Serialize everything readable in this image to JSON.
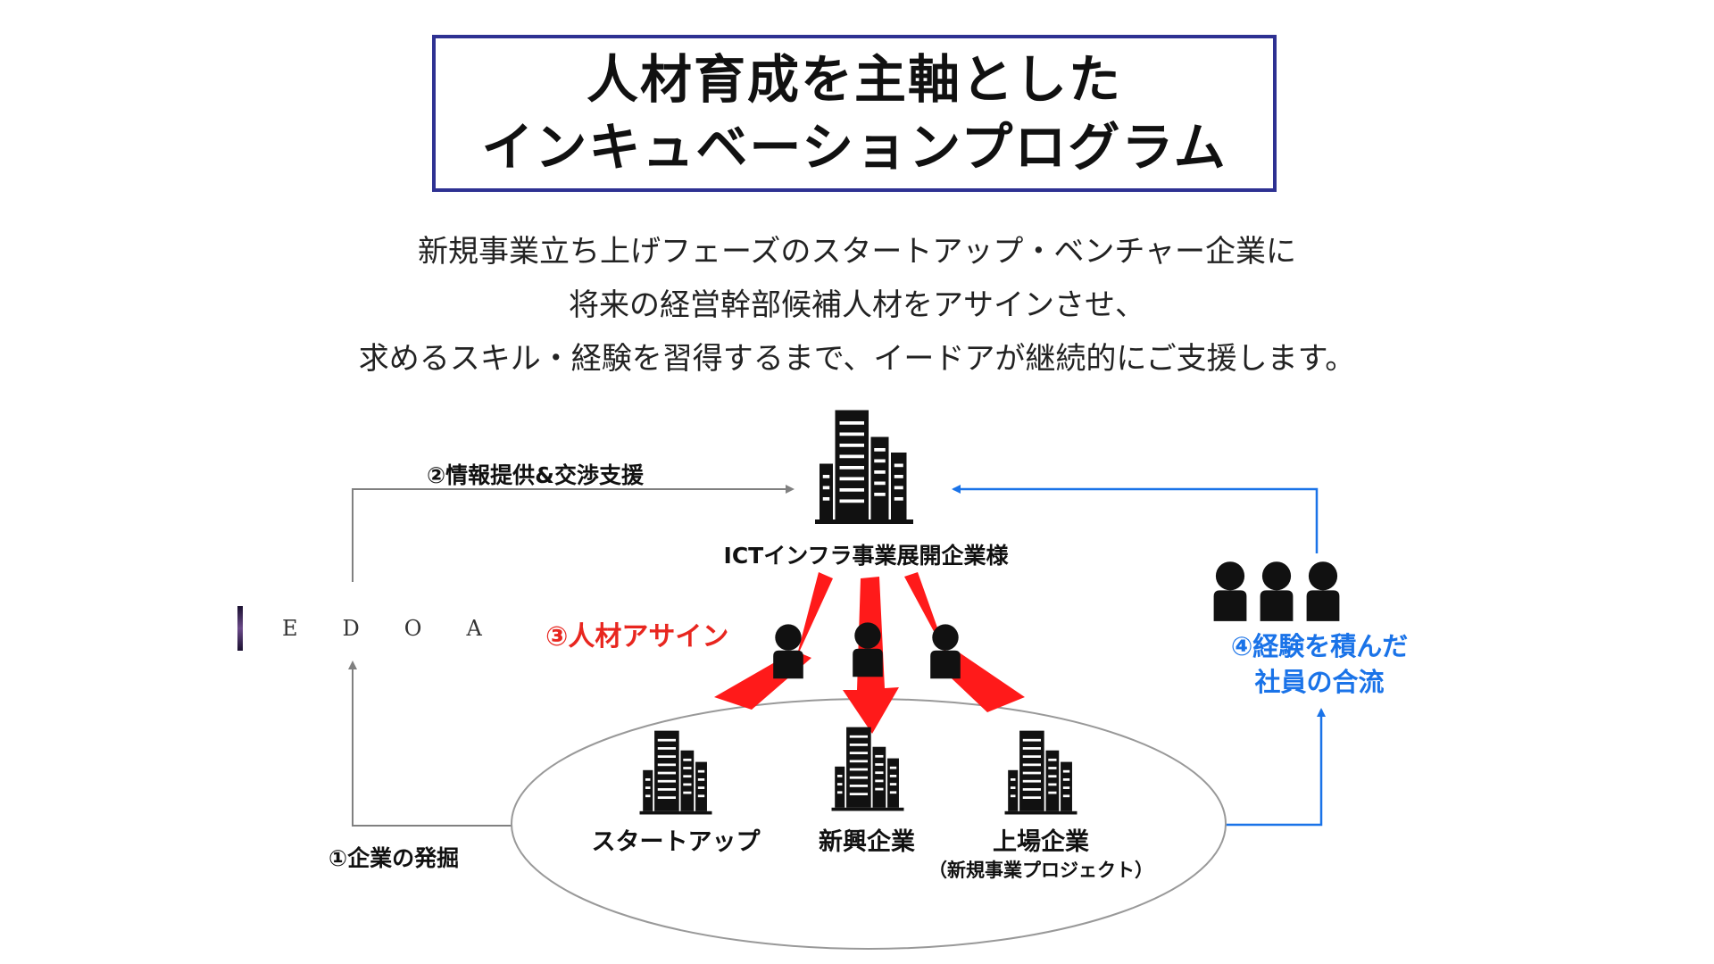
{
  "title": {
    "line1": "人材育成を主軸とした",
    "line2": "インキュベーションプログラム"
  },
  "description": [
    "新規事業立ち上げフェーズのスタートアップ・ベンチャー企業に",
    "将来の経営幹部候補人材をアサインさせ、",
    "求めるスキル・経験を習得するまで、イードアが継続的にご支援します。"
  ],
  "diagram": {
    "client": {
      "label": "ICTインフラ事業展開企業様",
      "icon": "office-building-icon"
    },
    "logo": {
      "text": "EDOA"
    },
    "steps": {
      "step1": "①企業の発掘",
      "step2": "②情報提供&交渉支援",
      "step3": "③人材アサイン",
      "step4_line1": "④経験を積んだ",
      "step4_line2": "社員の合流"
    },
    "companies": [
      {
        "label": "スタートアップ",
        "icon": "office-building-icon"
      },
      {
        "label": "新興企業",
        "icon": "office-building-icon"
      },
      {
        "label": "上場企業",
        "sublabel": "（新規事業プロジェクト）",
        "icon": "office-building-icon"
      }
    ],
    "colors": {
      "frame": "#2e3192",
      "assign_arrow": "#ff0000",
      "step3_text": "#e8261f",
      "step4": "#1a73e8",
      "gray_line": "#808080"
    }
  }
}
